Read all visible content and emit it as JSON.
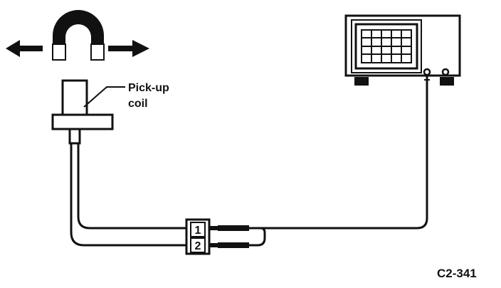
{
  "labels": {
    "pickup_line1": "Pick-up",
    "pickup_line2": "coil",
    "figure_ref": "C2-341"
  },
  "connector": {
    "terminal_1": "1",
    "terminal_2": "2"
  },
  "colors": {
    "ink": "#111111",
    "paper": "#ffffff"
  }
}
